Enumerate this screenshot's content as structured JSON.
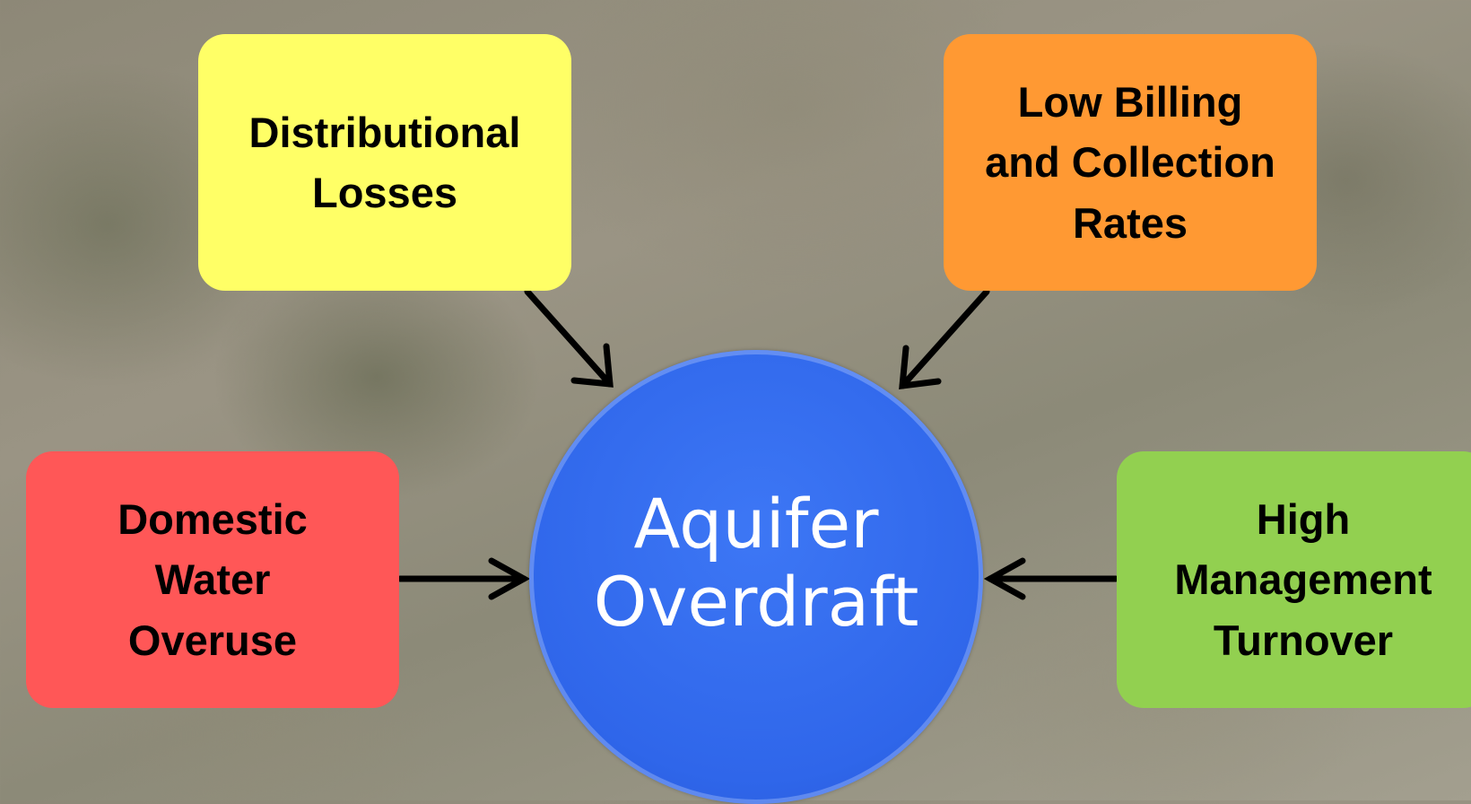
{
  "diagram": {
    "center": {
      "label": "Aquifer\nOverdraft",
      "color": "#2f66ea"
    },
    "causes": [
      {
        "id": "distributional",
        "label": "Distributional\nLosses",
        "color": "#ffff66"
      },
      {
        "id": "billing",
        "label": "Low Billing\nand Collection\nRates",
        "color": "#ff9933"
      },
      {
        "id": "domestic",
        "label": "Domestic\nWater\nOveruse",
        "color": "#ff5757"
      },
      {
        "id": "management",
        "label": "High\nManagement\nTurnover",
        "color": "#92d050"
      }
    ],
    "arrow_color": "#000000"
  }
}
